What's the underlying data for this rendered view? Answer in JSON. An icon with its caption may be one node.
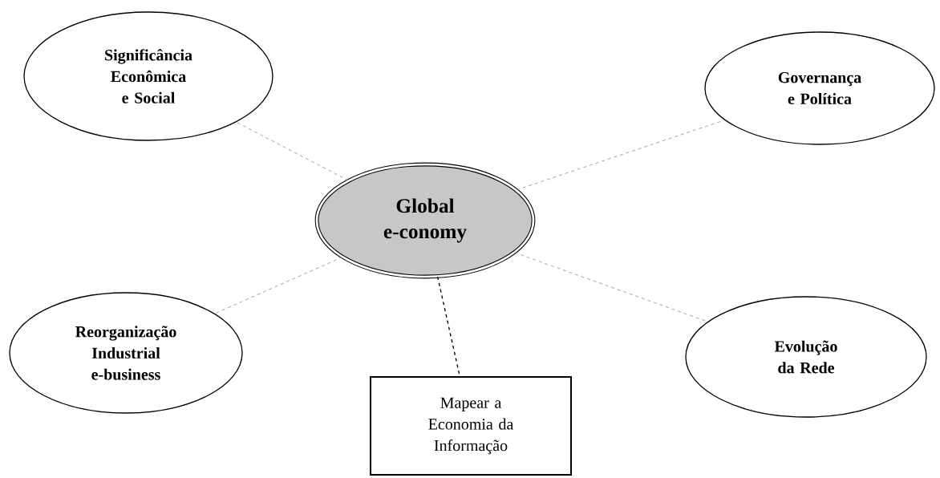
{
  "diagram": {
    "nodes": [
      {
        "text": [
          "Significância Econômica e Social"
        ]
      },
      {
        "text": [
          "Governança e Política"
        ]
      },
      {
        "text": [
          "Global e-conomy"
        ]
      },
      {
        "text": [
          "Reorganização Industrial e-business"
        ]
      },
      {
        "text": [
          "Evolução da Rede"
        ]
      },
      {
        "text": [
          "Mapear a Economia da Informação"
        ]
      }
    ],
    "edges": [
      {
        "from": 2,
        "to": 0,
        "arrow": "none",
        "style": "dashed"
      },
      {
        "from": 2,
        "to": 1,
        "arrow": "none",
        "style": "dashed"
      },
      {
        "from": 2,
        "to": 3,
        "arrow": "none",
        "style": "dashed"
      },
      {
        "from": 2,
        "to": 4,
        "arrow": "none",
        "style": "dashed"
      },
      {
        "from": 2,
        "to": 5,
        "arrow": "none",
        "style": "dashed",
        "color": "#000000"
      }
    ]
  }
}
